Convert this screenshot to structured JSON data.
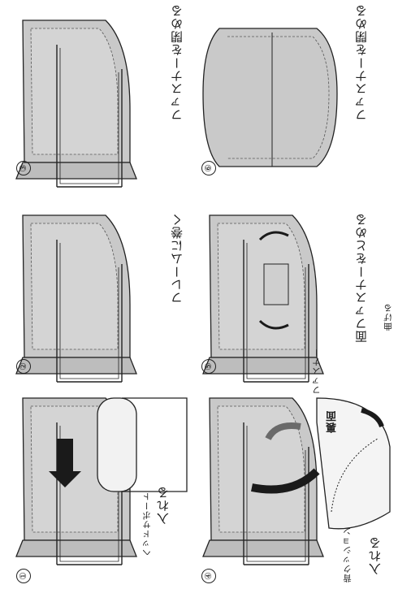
{
  "steps": [
    {
      "number": "①",
      "labels": [
        "ヘッドサポート",
        "入れる"
      ]
    },
    {
      "number": "②",
      "caption": "フレームに巻く"
    },
    {
      "number": "③",
      "caption": "ファスナーを閉める"
    },
    {
      "number": "④",
      "labels": [
        "背クッション",
        "入れる",
        "裏面",
        "ファスナー",
        "曲げる"
      ]
    },
    {
      "number": "⑤",
      "caption": "面ファスナーをとめる"
    },
    {
      "number": "⑥",
      "caption": "ファスナーを閉める"
    }
  ],
  "colors": {
    "fabric": "#c9c9c9",
    "fabric_dark": "#9a9a9a",
    "line": "#222222",
    "arrow": "#1a1a1a",
    "arrow_gray": "#6a6a6a"
  }
}
